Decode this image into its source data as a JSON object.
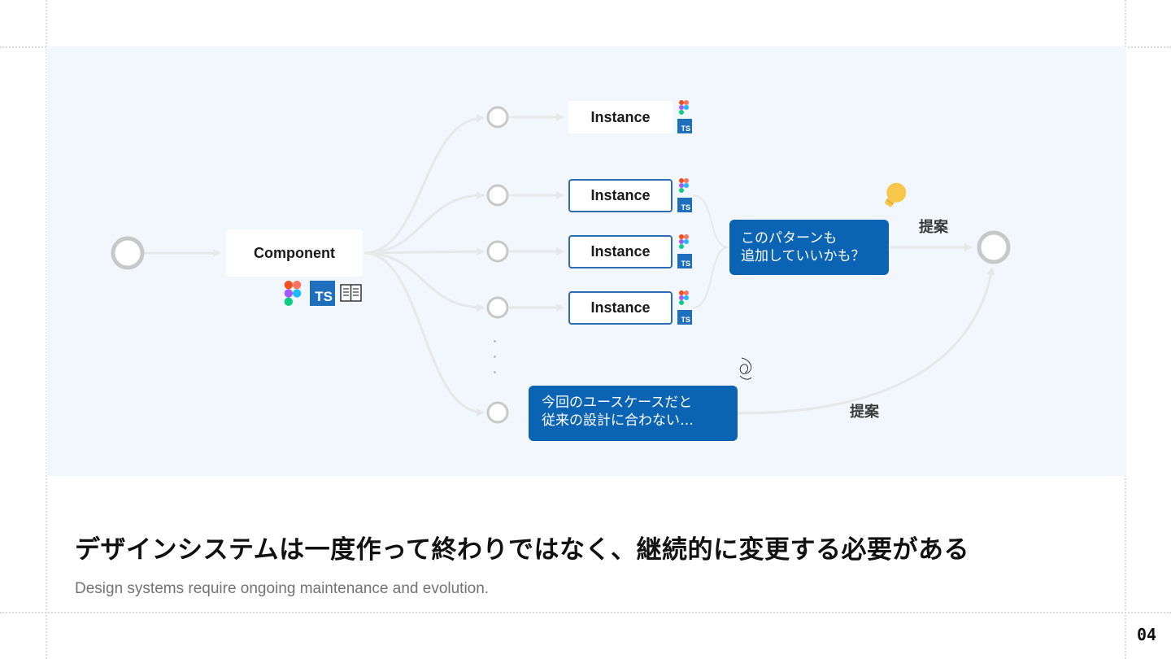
{
  "diagram": {
    "component_label": "Component",
    "instances": [
      "Instance",
      "Instance",
      "Instance",
      "Instance"
    ],
    "callout_top": {
      "line1": "このパターンも",
      "line2": "追加していいかも？"
    },
    "callout_bottom": {
      "line1": "今回のユースケースだと",
      "line2": "従来の設計に合わない…"
    },
    "proposal_label_top": "提案",
    "proposal_label_bottom": "提案",
    "ts_badge": "TS",
    "icons": [
      "figma-icon",
      "typescript-icon",
      "document-icon",
      "lightbulb-icon",
      "swirl-icon"
    ],
    "colors": {
      "panel_bg": "#f2f7fd",
      "accent_blue": "#0b63b4",
      "connector": "#e6e8ea",
      "node_ring": "#c8c8c8",
      "bulb": "#f7c64a"
    }
  },
  "footer": {
    "title": "デザインシステムは一度作って終わりではなく、継続的に変更する必要がある",
    "subtitle": "Design systems require ongoing maintenance and evolution.",
    "page_number": "04"
  }
}
